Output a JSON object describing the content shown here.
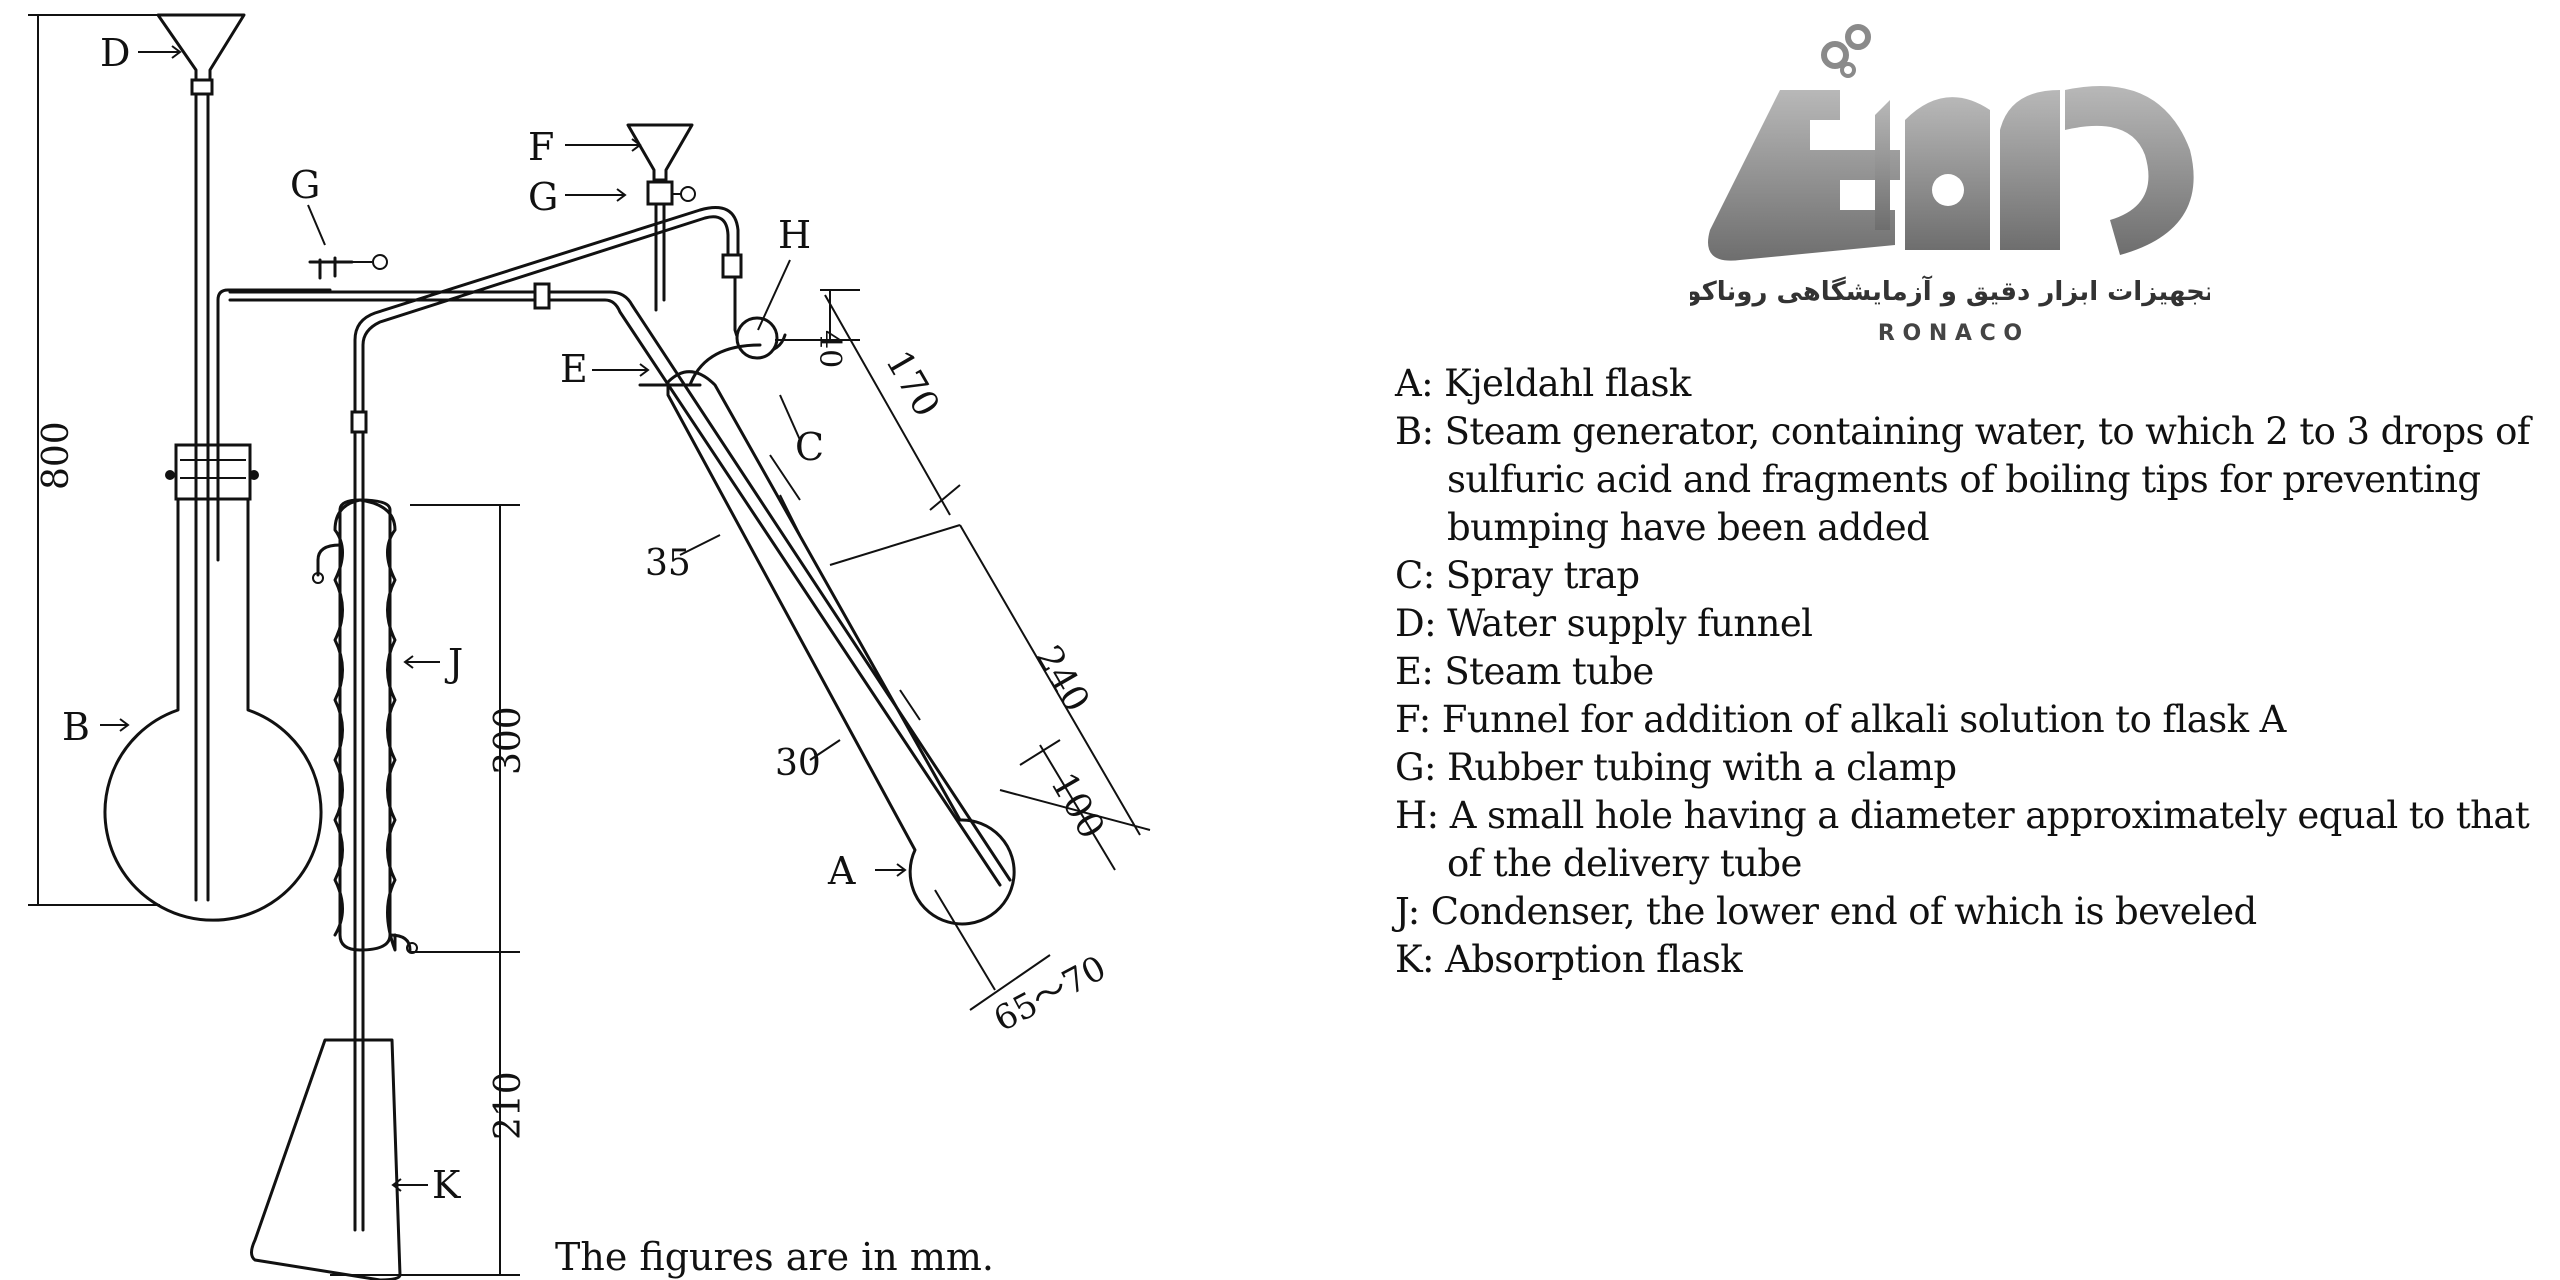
{
  "diagram": {
    "labels": {
      "A": "A",
      "B": "B",
      "C": "C",
      "D": "D",
      "E": "E",
      "F": "F",
      "G1": "G",
      "G2": "G",
      "H": "H",
      "J": "J",
      "K": "K"
    },
    "dimensions": {
      "d800": "800",
      "d300": "300",
      "d210": "210",
      "d170": "170",
      "d240": "240",
      "d100": "100",
      "d40": "40",
      "d35": "35",
      "d30": "30",
      "d65_70": "65～70"
    },
    "note": "The figures are in mm."
  },
  "logo": {
    "persian_text": "تجهیزات ابزار دقیق و آزمایشگاهی روناکو",
    "english_text": "R O N A C O"
  },
  "legend": [
    "A: Kjeldahl flask",
    "B: Steam generator, containing water, to which 2 to 3 drops of sulfuric acid and fragments of boiling tips for preventing bumping have been added",
    "C: Spray trap",
    "D: Water supply funnel",
    "E: Steam tube",
    "F: Funnel for addition of alkali solution to flask A",
    "G: Rubber tubing with a clamp",
    "H: A small hole having a diameter approximately equal to that of the delivery tube",
    "J: Condenser, the lower end of which is beveled",
    "K: Absorption flask"
  ],
  "colors": {
    "ink": "#111111",
    "logo_gray": "#8a8a8a"
  }
}
